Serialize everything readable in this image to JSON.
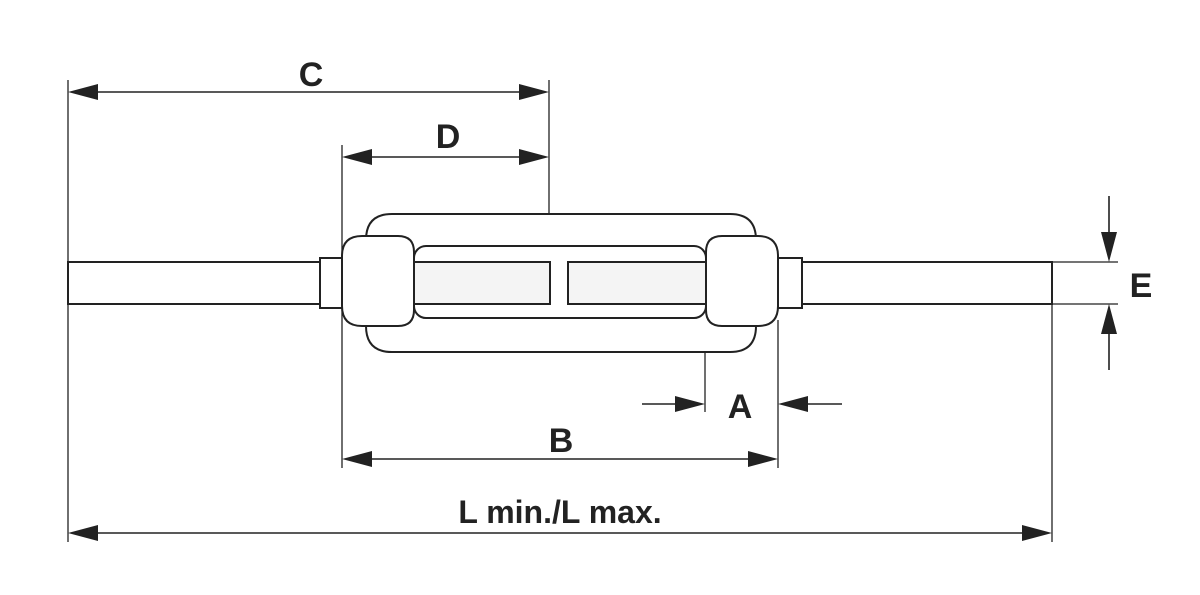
{
  "diagram": {
    "labels": {
      "c": "C",
      "d": "D",
      "e": "E",
      "a": "A",
      "b": "B",
      "l": "L min./L max."
    },
    "colors": {
      "stroke": "#222222",
      "background": "#ffffff"
    }
  }
}
